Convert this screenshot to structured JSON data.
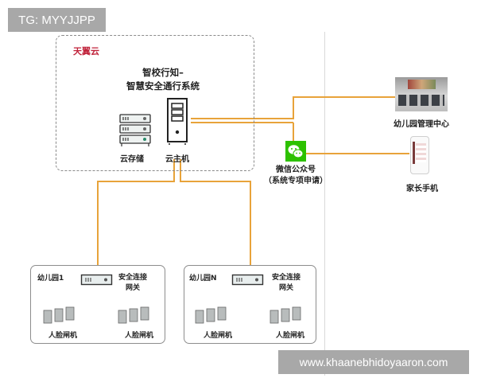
{
  "watermark_top": "TG: MYYJJPP",
  "watermark_bottom": "www.khaanebhidoyaaron.com",
  "cloud": {
    "brand": "天翼云",
    "system_title_line1": "智校行知–",
    "system_title_line2": "智慧安全通行系统",
    "storage_label": "云存储",
    "host_label": "云主机"
  },
  "wechat": {
    "label_line1": "微信公众号",
    "label_line2": "（系统专项申请）"
  },
  "right": {
    "management_center": "幼儿园管理中心",
    "parent_phone": "家长手机"
  },
  "kindergartens": [
    {
      "name": "幼儿园1",
      "gateway_line1": "安全连接",
      "gateway_line2": "网关",
      "gate_left": "人脸闸机",
      "gate_right": "人脸闸机"
    },
    {
      "name": "幼儿园N",
      "gateway_line1": "安全连接",
      "gateway_line2": "网关",
      "gate_left": "人脸闸机",
      "gate_right": "人脸闸机"
    }
  ],
  "colors": {
    "line": "#e8a33a",
    "brand": "#c0223a",
    "wechat": "#2dc100",
    "watermark_bg": "#a8a8a8"
  }
}
